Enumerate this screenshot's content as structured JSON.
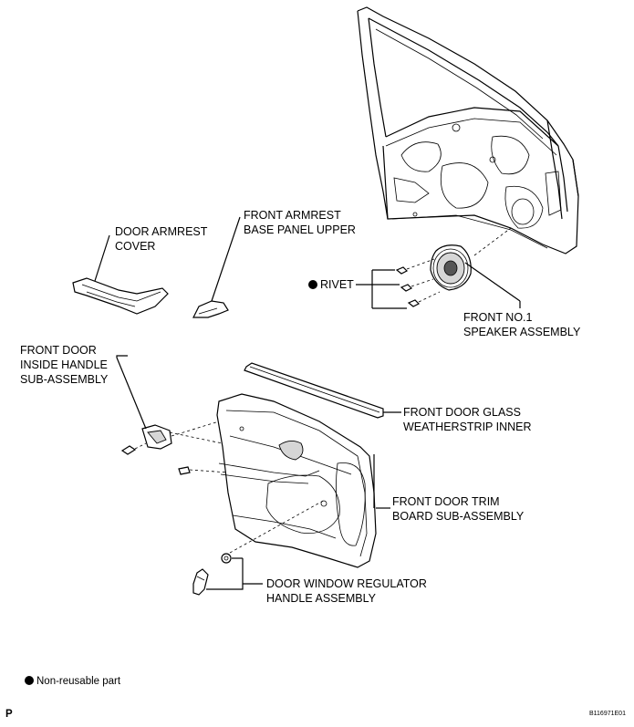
{
  "labels": {
    "door_armrest_cover": [
      "DOOR ARMREST",
      "COVER"
    ],
    "front_armrest_base_panel_upper": [
      "FRONT ARMREST",
      "BASE PANEL UPPER"
    ],
    "rivet": "RIVET",
    "front_no1_speaker_assembly": [
      "FRONT NO.1",
      "SPEAKER ASSEMBLY"
    ],
    "front_door_inside_handle": [
      "FRONT DOOR",
      "INSIDE HANDLE",
      "SUB-ASSEMBLY"
    ],
    "front_door_glass_weatherstrip_inner": [
      "FRONT DOOR GLASS",
      "WEATHERSTRIP INNER"
    ],
    "front_door_trim_board": [
      "FRONT DOOR TRIM",
      "BOARD SUB-ASSEMBLY"
    ],
    "door_window_regulator_handle": [
      "DOOR WINDOW REGULATOR",
      "HANDLE ASSEMBLY"
    ]
  },
  "legend": {
    "text": "Non-reusable part"
  },
  "footer": {
    "left_mark": "P",
    "code": "B116971E01"
  }
}
